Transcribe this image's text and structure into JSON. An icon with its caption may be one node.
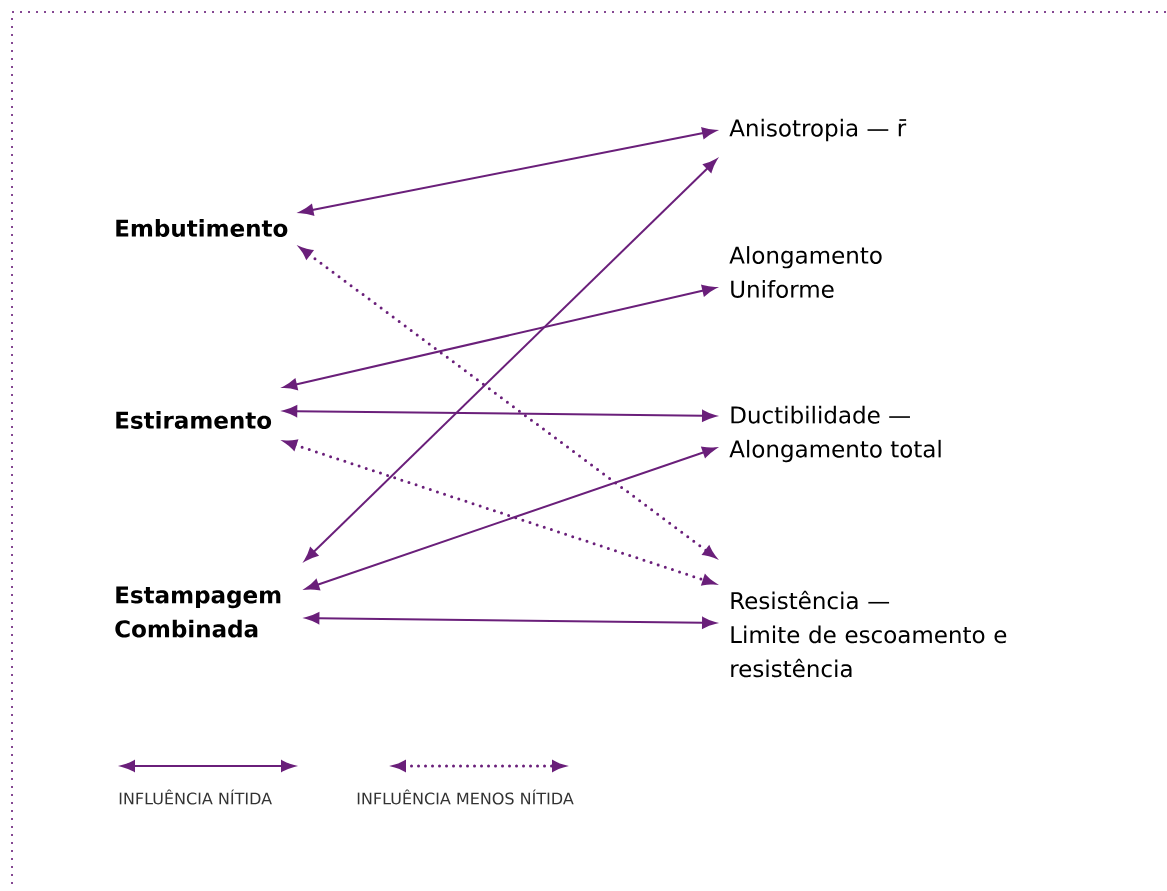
{
  "diagram": {
    "nodes": [
      {
        "text": [
          "Embutimento"
        ]
      },
      {
        "text": [
          "Estiramento"
        ]
      },
      {
        "text": [
          "Estampagem Combinada"
        ]
      },
      {
        "text": [
          "Anisotropia — r̄"
        ]
      },
      {
        "text": [
          "Alongamento Uniforme"
        ]
      },
      {
        "text": [
          "Ductibilidade —",
          "Alongamento total"
        ]
      },
      {
        "text": [
          "Resistência —",
          "Limite de escoamento e resistência"
        ]
      }
    ],
    "edges": [
      {
        "from": 0,
        "to": 3,
        "arrow": "both"
      },
      {
        "from": 0,
        "to": 6,
        "arrow": "both",
        "style": "dashed"
      },
      {
        "from": 1,
        "to": 4,
        "arrow": "both"
      },
      {
        "from": 1,
        "to": 5,
        "arrow": "both"
      },
      {
        "from": 1,
        "to": 6,
        "arrow": "both",
        "style": "dashed"
      },
      {
        "from": 2,
        "to": 3,
        "arrow": "both"
      },
      {
        "from": 2,
        "to": 5,
        "arrow": "both"
      },
      {
        "from": 2,
        "to": 6,
        "arrow": "both"
      }
    ],
    "legend": [
      {
        "text": "INFLUÊNCIA NÍTIDA"
      },
      {
        "text": "INFLUÊNCIA MENOS NÍTIDA"
      }
    ]
  }
}
